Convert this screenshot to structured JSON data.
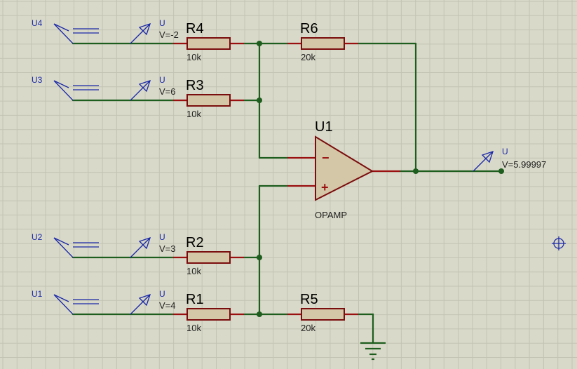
{
  "terminals": [
    {
      "id": "u4",
      "label": "U4"
    },
    {
      "id": "u3",
      "label": "U3"
    },
    {
      "id": "u2",
      "label": "U2"
    },
    {
      "id": "u1",
      "label": "U1"
    }
  ],
  "probes": [
    {
      "id": "p4",
      "name": "U",
      "value": "V=-2"
    },
    {
      "id": "p3",
      "name": "U",
      "value": "V=6"
    },
    {
      "id": "p2",
      "name": "U",
      "value": "V=3"
    },
    {
      "id": "p1",
      "name": "U",
      "value": "V=4"
    },
    {
      "id": "pout",
      "name": "U",
      "value": "V=5.99997"
    }
  ],
  "resistors": [
    {
      "id": "r4",
      "ref": "R4",
      "value": "10k"
    },
    {
      "id": "r6",
      "ref": "R6",
      "value": "20k"
    },
    {
      "id": "r3",
      "ref": "R3",
      "value": "10k"
    },
    {
      "id": "r2",
      "ref": "R2",
      "value": "10k"
    },
    {
      "id": "r1",
      "ref": "R1",
      "value": "10k"
    },
    {
      "id": "r5",
      "ref": "R5",
      "value": "20k"
    }
  ],
  "opamp": {
    "ref": "U1",
    "type": "OPAMP",
    "minus": "−",
    "plus": "+"
  }
}
